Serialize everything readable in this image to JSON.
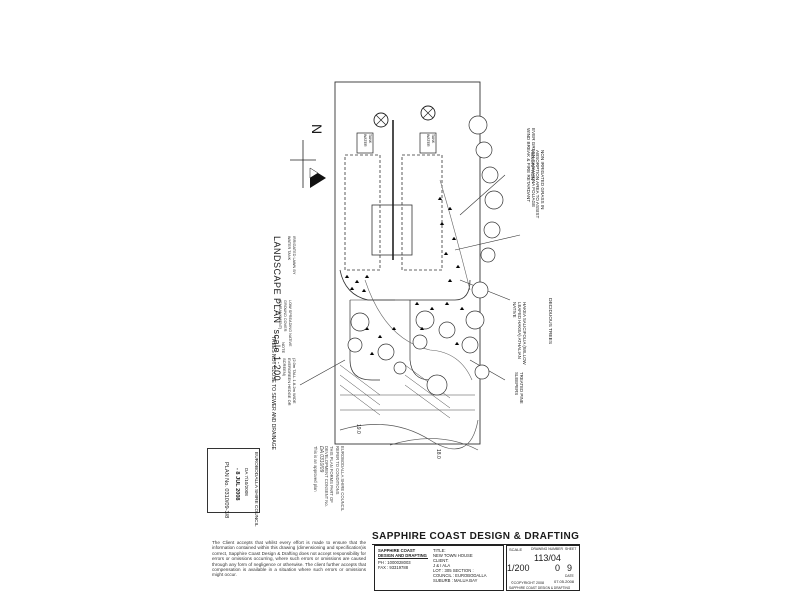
{
  "plan": {
    "title": "LANDSCAPE PLAN",
    "scale_text": "scale 1:200",
    "north_label": "N",
    "labels": {
      "tank1": "TANK WATER",
      "tank2": "TANK WATER",
      "non_irrigated": "NON IRRIGATED GRASS IN ABSORPTION AREA TO ASSIST ABSORPTION",
      "evergreen": "EVER GREEN CASUARINA FOLIAGE WIND BREAK & FIRE RETARDANT",
      "deciduous": "DECIDUOUS TREES",
      "hakea": "HAKEA SALICIFOLIA (WILLOW LEAFED HAKEA) ATHALIAN NATIVE",
      "treated_pine": "TREATED PINE SLEEPERS",
      "irrigated_lawn": "IRRIGATED LAWN BY WATER TANK",
      "low_spread": "LOW SPREADING NATIVE GROUND COVER (EMBANKMENT)",
      "note_label": "NOTE",
      "trees_note": "TREES NOT CLOSE TO SEWER AND DRAINAGE",
      "fence": "(2.0m TALL 1.8-2m WIDE EVERGREEN HEDGE OR SCREEN)",
      "contour1": "19.0",
      "contour2": "18.0"
    }
  },
  "stamp": {
    "council": "EUROBODALLA SHIRE COUNCIL",
    "status": "DA 7/10/2008",
    "date": "- 8 JUL 2008",
    "plan_no": "PLAN No. 0310/09-3/8",
    "inner_lines": [
      "EUROBODALLA SHIRE COUNCIL",
      "REFER TO CONDITIONS",
      "THIS PLAN FORMS PART OF",
      "DEVELOPMENT CONSENT No.",
      "DA 0310/09",
      "This is an approved plan"
    ]
  },
  "titleblock": {
    "firm_name": "SAPPHIRE COAST DESIGN & DRAFTING",
    "disclaimer": "The Client accepts that whilst every effort is made to ensure that the information contained within this drawing (dimensioning and specification)is correct, Sapphire Coast Design & Drafting does not accept responsibility for errors or omissions occurring, where such errors or omissions are caused through any form of negligence or otherwise. The client further accepts that compensation is available in a situation where such errors or omissions might occur.",
    "firm_block": "SAPPHIRE COAST DESIGN AND DRAFTING",
    "ph": "PH : 1000028003",
    "fax": "FAX : 93319788",
    "title_label": "TITLE:",
    "title_value": "NEW TOWN HOUSE",
    "client_label": "CLIENT:",
    "client_value": "J & I ALA",
    "lot": "LOT : 305 SECTION :",
    "council": "COUNCIL : EUROBODALLA",
    "suburb": "SUBURB : MALUA BAY",
    "scale_label": "SCALE",
    "scale_value": "1/200",
    "drawing_no_label": "DRAWING NUMBER",
    "drawing_no": "113/04",
    "sheet_label": "SHEET",
    "sheet_no": "0",
    "sheet_of": "9",
    "date_label": "DATE",
    "date_value": "07.05.2008",
    "copyright": "©COPYRIGHT 2008",
    "copyright_firm": "SAPPHIRE COAST DESIGN & DRAFTING"
  }
}
